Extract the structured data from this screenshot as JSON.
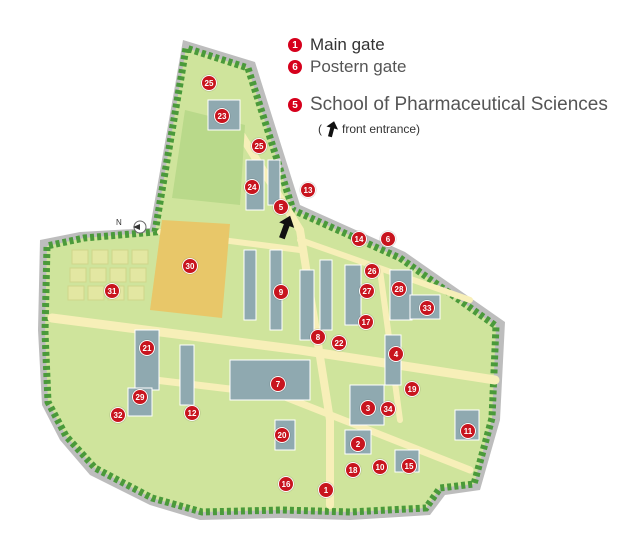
{
  "legend": {
    "main_gate": {
      "num": "1",
      "label": "Main gate"
    },
    "postern_gate": {
      "num": "6",
      "label": "Postern gate"
    },
    "school": {
      "num": "5",
      "label": "School of Pharmaceutical Sciences"
    },
    "entrance_open": "(",
    "entrance_label": "front entrance)"
  },
  "compass": {
    "label": "N"
  },
  "colors": {
    "accent": "#c8141e",
    "grass": "#cfe49c",
    "path": "#f7efb8",
    "building": "#8fa9b0",
    "boundary": "#bdbdbd",
    "field": "#e8c769"
  },
  "buildings": [
    "1",
    "2",
    "3",
    "4",
    "5",
    "6",
    "7",
    "8",
    "9",
    "10",
    "11",
    "12",
    "13",
    "14",
    "15",
    "16",
    "17",
    "18",
    "19",
    "20",
    "21",
    "22",
    "23",
    "24",
    "25",
    "25",
    "26",
    "27",
    "28",
    "29",
    "30",
    "31",
    "32",
    "33",
    "34"
  ]
}
